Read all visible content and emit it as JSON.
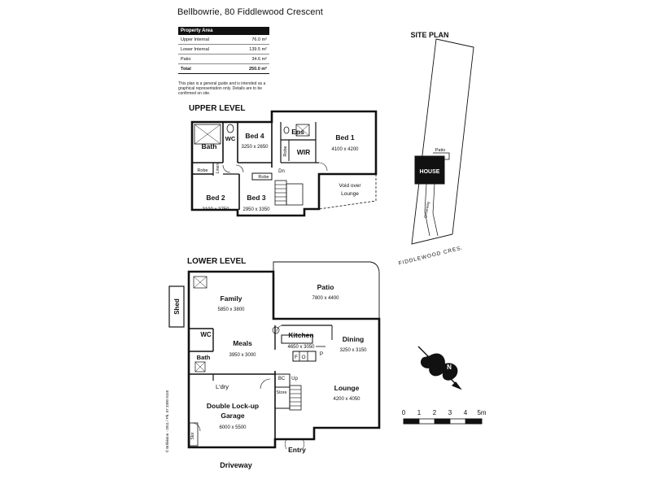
{
  "header": {
    "title": "Bellbowrie, 80 Fiddlewood Crescent"
  },
  "area_table": {
    "heading": "Property Area",
    "rows": [
      {
        "label": "Upper Internal",
        "value": "76.0 m²"
      },
      {
        "label": "Lower Internal",
        "value": "139.5 m²"
      },
      {
        "label": "Patio",
        "value": "34.6 m²"
      }
    ],
    "total": {
      "label": "Total",
      "value": "250.0 m²"
    }
  },
  "disclaimer": "This plan is a general guide and is intended as a graphical representation only. Details are to be confirmed on site.",
  "upper": {
    "heading": "UPPER LEVEL",
    "rooms": {
      "bed4": {
        "name": "Bed 4",
        "dims": "3250 x 2650"
      },
      "bed1": {
        "name": "Bed 1",
        "dims": "4100 x 4200"
      },
      "bed2": {
        "name": "Bed 2",
        "dims": "3100 x 3750"
      },
      "bed3": {
        "name": "Bed 3",
        "dims": "2950 x 3350"
      },
      "bath": "Bath",
      "wc": "WC",
      "ens": "Ens",
      "wir": "WIR",
      "robe1": "Robe",
      "robe2": "Robe",
      "robe3": "Robe",
      "linen": "Linen",
      "dn": "Dn",
      "void": "Void over",
      "void2": "Lounge"
    }
  },
  "lower": {
    "heading": "LOWER LEVEL",
    "rooms": {
      "family": {
        "name": "Family",
        "dims": "5850 x 3800"
      },
      "patio": {
        "name": "Patio",
        "dims": "7800 x 4400"
      },
      "kitchen": {
        "name": "Kitchen",
        "dims": "4650 x 3050"
      },
      "dining": {
        "name": "Dining",
        "dims": "3250 x 3150"
      },
      "meals": {
        "name": "Meals",
        "dims": "3950 x 3000"
      },
      "lounge": {
        "name": "Lounge",
        "dims": "4200 x 4050"
      },
      "garage1": "Double Lock-up",
      "garage2": "Garage",
      "garage_dims": "6000 x 5500",
      "wc": "WC",
      "bath": "Bath",
      "ldry": "L'dry",
      "entry": "Entry",
      "store": "Store",
      "bc": "BC",
      "up": "Up",
      "stor": "Stor",
      "f": "F",
      "o": "O",
      "p": "P",
      "shed": "Shed",
      "driveway": "Driveway"
    }
  },
  "site_plan": {
    "heading": "SITE PLAN",
    "house": "HOUSE",
    "patio": "Patio",
    "driveway": "Driveway",
    "street": "FIDDLEWOOD CRES."
  },
  "scale": {
    "labels": [
      "0",
      "1",
      "2",
      "3",
      "4",
      "5m"
    ]
  },
  "compass": {
    "letter": "N"
  },
  "copyright": "© Brillvision - 2011 / Ph. 07 3300 9155",
  "colors": {
    "ink": "#111111",
    "background": "#ffffff",
    "header_fill": "#111111"
  }
}
